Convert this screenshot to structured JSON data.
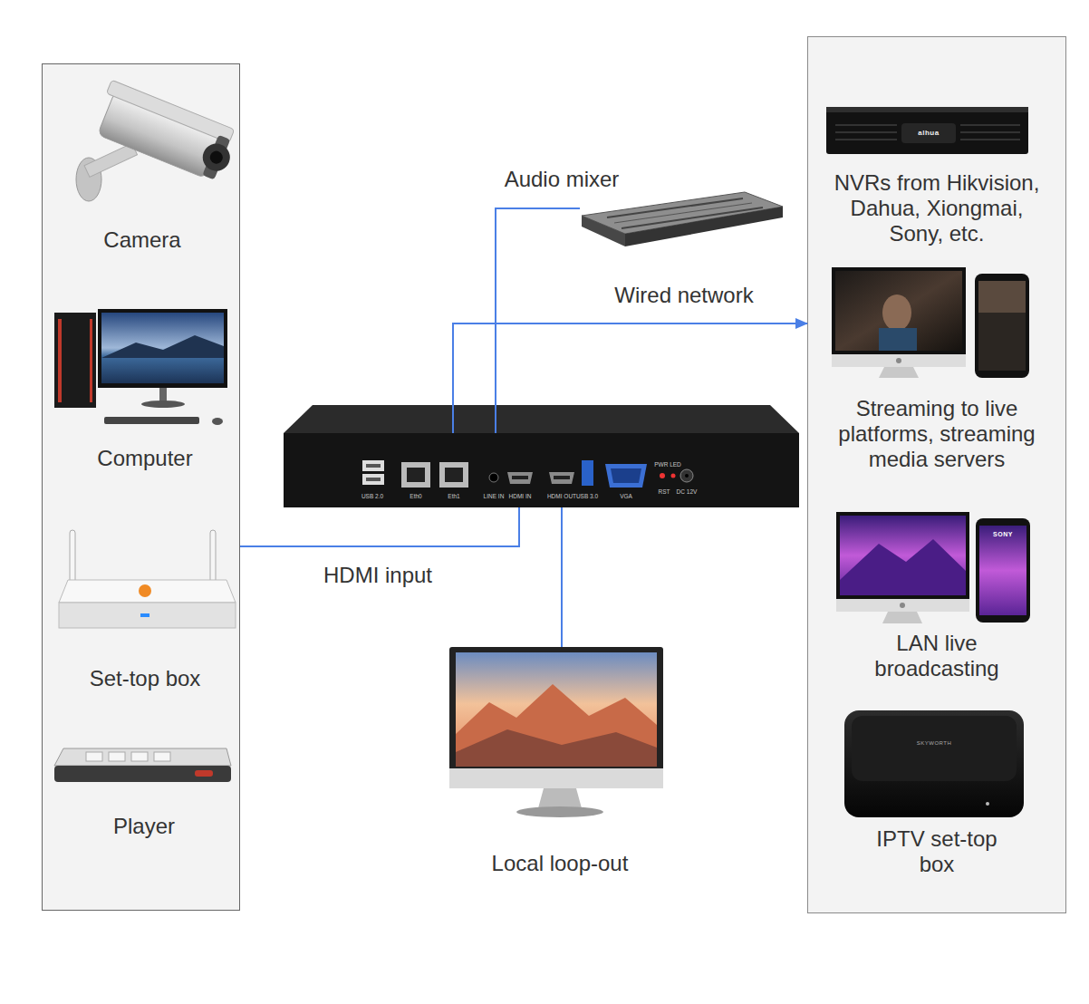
{
  "diagram": {
    "nodes": [
      {
        "text": [
          "Camera",
          "Computer",
          "Set-top box",
          "Player"
        ]
      },
      {
        "text": [
          "USB 2.0",
          "Eth0",
          "Eth1",
          "LINE IN",
          "HDMI IN",
          "HDMI OUT",
          "USB 3.0",
          "VGA",
          "PWR LED",
          "RST",
          "DC 12V"
        ]
      },
      {
        "text": [
          "Audio mixer"
        ]
      },
      {
        "text": [
          "Local loop-out"
        ]
      },
      {
        "text": [
          "NVRs from Hikvision, Dahua, Xiongmai, Sony, etc.",
          "Streaming to live platforms, streaming media servers",
          "LAN live broadcasting",
          "IPTV set-top box"
        ]
      }
    ],
    "edges": [
      {
        "from": 0,
        "to": 1,
        "label": "HDMI input",
        "arrow": "none"
      },
      {
        "from": 2,
        "to": 1,
        "arrow": "none"
      },
      {
        "from": 1,
        "to": 4,
        "label": "Wired network",
        "arrow": "to"
      },
      {
        "from": 1,
        "to": 3,
        "arrow": "none"
      }
    ],
    "labels": [
      "alhua",
      "SONY",
      "SKYWORTH"
    ]
  }
}
